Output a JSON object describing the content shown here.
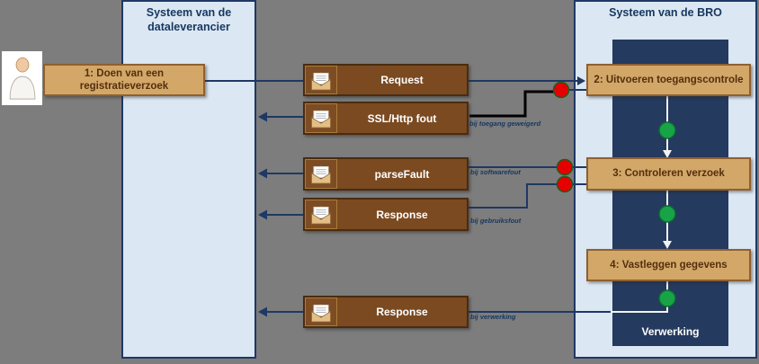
{
  "lanes": {
    "supplier": {
      "title": "Systeem van de dataleverancier"
    },
    "bro": {
      "title": "Systeem van de BRO",
      "processing_label": "Verwerking"
    }
  },
  "steps": [
    {
      "label": "1: Doen van een registratieverzoek"
    },
    {
      "label": "2: Uitvoeren toegangscontrole"
    },
    {
      "label": "3: Controleren verzoek"
    },
    {
      "label": "4: Vastleggen gegevens"
    }
  ],
  "messages": [
    {
      "label": "Request",
      "annotation": ""
    },
    {
      "label": "SSL/Http fout",
      "annotation": "bij toegang geweigerd"
    },
    {
      "label": "parseFault",
      "annotation": "bij softwarefout"
    },
    {
      "label": "Response",
      "annotation": "bij gebruiksfout"
    },
    {
      "label": "Response",
      "annotation": "bij verwerking"
    }
  ],
  "icons": {
    "actor": "person-icon",
    "message": "envelope-icon",
    "error_marker": "red-dot",
    "success_marker": "green-dot"
  },
  "colors": {
    "background": "#7d7d7d",
    "lane_fill": "#dbe7f3",
    "lane_border": "#1f3864",
    "activity_bar": "#243a5e",
    "task_fill": "#d3a768",
    "task_border": "#8f6030",
    "task_text": "#542f0e",
    "message_fill": "#7b4a21",
    "message_border": "#4a2c10",
    "error_dot": "#e60000",
    "success_dot": "#18a348",
    "wire": "#1f3864",
    "error_wire": "#000000",
    "flow_wire": "#f2f2f2"
  }
}
